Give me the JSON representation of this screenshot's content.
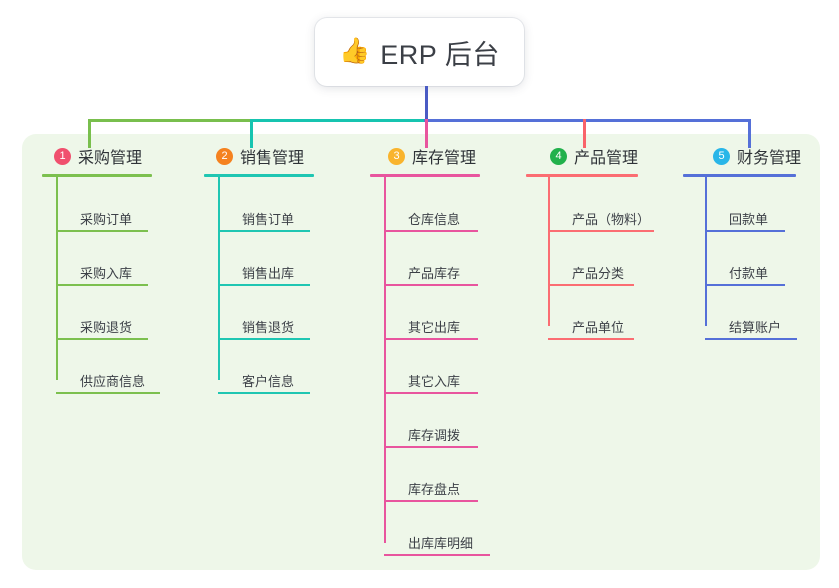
{
  "root": {
    "icon": "thumbs-up-icon",
    "icon_glyph": "👍",
    "title": "ERP 后台"
  },
  "palette": {
    "panel_bg": "#eef7e9",
    "root_line": "#4a5bc4",
    "green": "#79bf4d",
    "teal": "#16c4b0",
    "pink": "#e8559e",
    "red": "#f9636a",
    "blue": "#5570d8",
    "badge_1": "#f0506e",
    "badge_2": "#f5821f",
    "badge_3": "#f9b42d",
    "badge_4": "#22b14c",
    "badge_5": "#29b6e8"
  },
  "columns": [
    {
      "index": "1",
      "badge_color": "#f0506e",
      "line_color": "#79bf4d",
      "rule_color": "#7cc04f",
      "title": "采购管理",
      "items": [
        {
          "label": "采购订单"
        },
        {
          "label": "采购入库"
        },
        {
          "label": "采购退货"
        },
        {
          "label": "供应商信息"
        }
      ]
    },
    {
      "index": "2",
      "badge_color": "#f5821f",
      "line_color": "#16c4b0",
      "rule_color": "#1fc6b2",
      "title": "销售管理",
      "items": [
        {
          "label": "销售订单"
        },
        {
          "label": "销售出库"
        },
        {
          "label": "销售退货"
        },
        {
          "label": "客户信息"
        }
      ]
    },
    {
      "index": "3",
      "badge_color": "#f9b42d",
      "line_color": "#e8559e",
      "rule_color": "#e8559e",
      "title": "库存管理",
      "items": [
        {
          "label": "仓库信息"
        },
        {
          "label": "产品库存"
        },
        {
          "label": "其它出库"
        },
        {
          "label": "其它入库"
        },
        {
          "label": "库存调拨"
        },
        {
          "label": "库存盘点"
        },
        {
          "label": "出库库明细"
        }
      ]
    },
    {
      "index": "4",
      "badge_color": "#22b14c",
      "line_color": "#f9636a",
      "rule_color": "#fb6d72",
      "title": "产品管理",
      "items": [
        {
          "label": "产品（物料）"
        },
        {
          "label": "产品分类"
        },
        {
          "label": "产品单位"
        }
      ]
    },
    {
      "index": "5",
      "badge_color": "#29b6e8",
      "line_color": "#5570d8",
      "rule_color": "#5570d8",
      "title": "财务管理",
      "items": [
        {
          "label": "回款单"
        },
        {
          "label": "付款单"
        },
        {
          "label": "结算账户"
        }
      ]
    }
  ]
}
